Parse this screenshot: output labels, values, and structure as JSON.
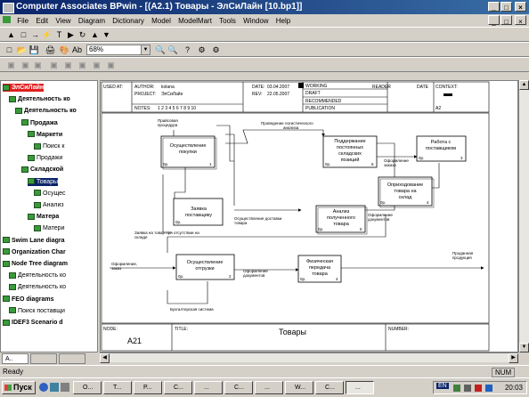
{
  "window": {
    "title": "Computer Associates BPwin - [(A2.1) Товары - ЭлСиЛайн  [10.bp1]]",
    "min": "_",
    "max": "□",
    "close": "×",
    "doc_min": "_",
    "doc_max": "□",
    "doc_close": "×"
  },
  "menu": [
    "File",
    "Edit",
    "View",
    "Diagram",
    "Dictionary",
    "Model",
    "ModelMart",
    "Tools",
    "Window",
    "Help"
  ],
  "toolbar": {
    "zoom": "68%",
    "tools1": [
      "▲",
      "□",
      "→",
      "⚡",
      "T",
      "▶",
      "↻",
      "▲",
      "▼"
    ],
    "tools2": [
      "□",
      "📂",
      "💾",
      "🖨",
      "🎨",
      "Ab"
    ],
    "tools3": [
      "🔍",
      "🔍",
      "?",
      "⚙",
      "⚙"
    ]
  },
  "tree": {
    "items": [
      {
        "label": "ЭлСиЛайн",
        "indent": 0,
        "style": "hdr"
      },
      {
        "label": "Деятельность ко",
        "indent": 1,
        "style": "bold"
      },
      {
        "label": "Деятельность ко",
        "indent": 2,
        "style": "bold"
      },
      {
        "label": "Продажа",
        "indent": 3,
        "style": "bold"
      },
      {
        "label": "Маркети",
        "indent": 4,
        "style": "bold"
      },
      {
        "label": "Поиск к",
        "indent": 5,
        "style": ""
      },
      {
        "label": "Продажи",
        "indent": 4,
        "style": ""
      },
      {
        "label": "Складской",
        "indent": 3,
        "style": "bold"
      },
      {
        "label": "Товары",
        "indent": 4,
        "style": "sel"
      },
      {
        "label": "Осущес",
        "indent": 5,
        "style": ""
      },
      {
        "label": "Анализ",
        "indent": 5,
        "style": ""
      },
      {
        "label": "Матера",
        "indent": 4,
        "style": "bold"
      },
      {
        "label": "Матери",
        "indent": 5,
        "style": ""
      },
      {
        "label": "Swim Lane diagra",
        "indent": 0,
        "style": "bold"
      },
      {
        "label": "Organization Char",
        "indent": 0,
        "style": "bold"
      },
      {
        "label": "Node Tree diagram",
        "indent": 0,
        "style": "bold"
      },
      {
        "label": "Деятельность ко",
        "indent": 1,
        "style": ""
      },
      {
        "label": "Деятельность ко",
        "indent": 1,
        "style": ""
      },
      {
        "label": "FEO diagrams",
        "indent": 0,
        "style": "bold"
      },
      {
        "label": "Поиск поставщи",
        "indent": 1,
        "style": ""
      },
      {
        "label": "IDEF3 Scenario d",
        "indent": 0,
        "style": "bold"
      }
    ],
    "tabs": [
      "A..",
      "",
      ""
    ]
  },
  "frame": {
    "used_at": "USED AT:",
    "author_label": "AUTHOR:",
    "author": "kolana",
    "project_label": "PROJECT:",
    "project": "ЭлСиЛайн",
    "date_label": "DATE:",
    "date": "03.04.2007",
    "rev_label": "REV:",
    "rev": "22.05.2007",
    "notes_label": "NOTES:",
    "notes": "1  2  3  4  5  6  7  8  9  10",
    "status": [
      "WORKING",
      "DRAFT",
      "RECOMMENDED",
      "PUBLICATION"
    ],
    "reader": "READER",
    "reader_date": "DATE",
    "context": "CONTEXT:",
    "context_node": "A2",
    "node_label": "NODE:",
    "node": "A21",
    "title_label": "TITLE:",
    "title": "Товары",
    "number_label": "NUMBER:"
  },
  "diagram": {
    "boxes": [
      {
        "lines": [
          "Осуществление",
          "покупки"
        ],
        "num": "1",
        "cost": "0р."
      },
      {
        "lines": [
          "Поддержание",
          "постоянных",
          "складских",
          "позиций"
        ],
        "num": "6",
        "cost": "0р."
      },
      {
        "lines": [
          "Работа с",
          "поставщиком"
        ],
        "num": "3",
        "cost": "0р."
      },
      {
        "lines": [
          "Оприходование",
          "товара на",
          "склад"
        ],
        "num": "4",
        "cost": "0р."
      },
      {
        "lines": [
          "Заявка",
          "поставщику"
        ],
        "num": "",
        "cost": "0р."
      },
      {
        "lines": [
          "Анализ",
          "полученного",
          "товара"
        ],
        "num": "5",
        "cost": "0р."
      },
      {
        "lines": [
          "Осуществление",
          "отгрузки"
        ],
        "num": "2",
        "cost": "0р."
      },
      {
        "lines": [
          "Физическая",
          "передача",
          "товара"
        ],
        "num": "4",
        "cost": "0р."
      }
    ],
    "arrows": [
      {
        "lines": [
          "Прайсовая",
          "процедура"
        ]
      },
      {
        "lines": [
          "Проведение логистического",
          "анализа"
        ]
      },
      {
        "lines": [
          "Оформление",
          "заказа"
        ]
      },
      {
        "lines": [
          "Оформление",
          "документов"
        ]
      },
      {
        "lines": [
          "Осуществление доставки",
          "товара"
        ]
      },
      {
        "lines": [
          "Заявка на товар при отсутствии на",
          "складе"
        ]
      },
      {
        "lines": [
          "Оформление,",
          "заказ"
        ]
      },
      {
        "lines": [
          "Оформление",
          "документов"
        ]
      },
      {
        "lines": [
          "Проданная",
          "продукция"
        ]
      },
      {
        "lines": [
          "Бухгалтерская система"
        ]
      }
    ]
  },
  "status": {
    "left": "Ready",
    "num": "NUM"
  },
  "taskbar": {
    "start": "Пуск",
    "tasks": [
      "O...",
      "T...",
      "P...",
      "C...",
      "...",
      "C...",
      "...",
      "W...",
      "C...",
      "..."
    ],
    "lang": "EN",
    "clock": "20:03"
  }
}
